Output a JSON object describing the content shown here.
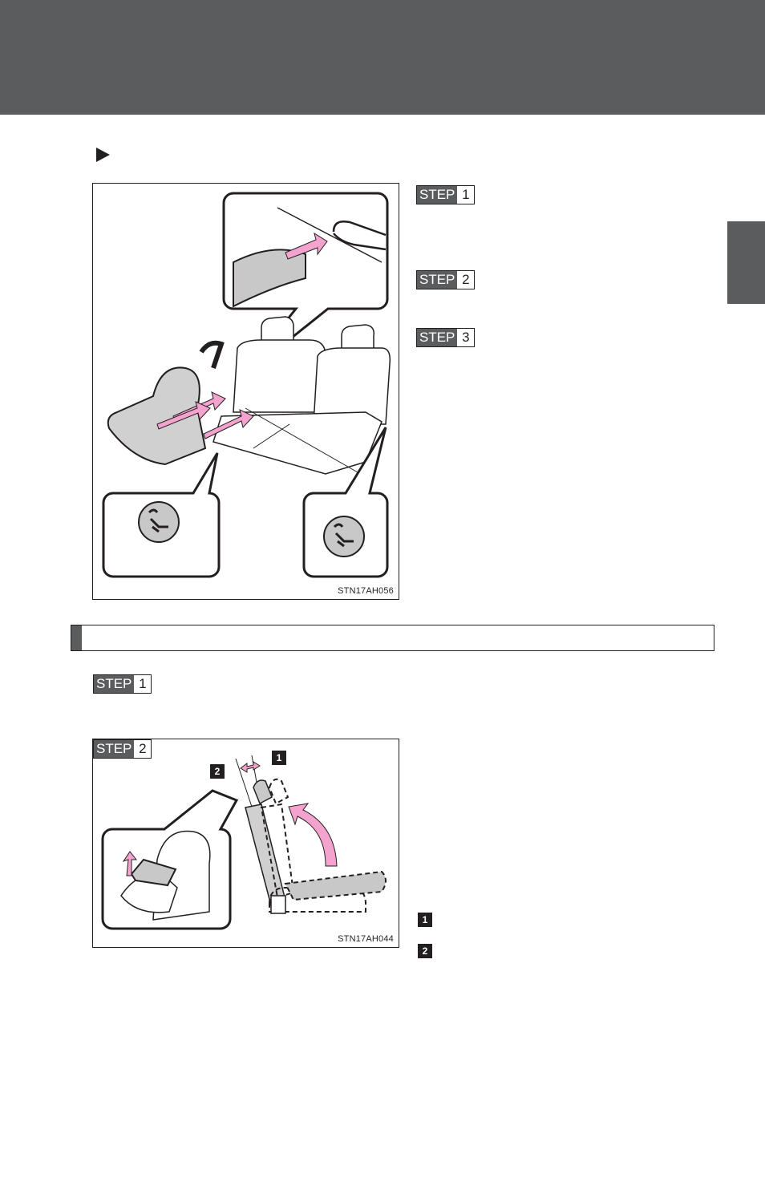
{
  "figure1": {
    "code": "STN17AH056"
  },
  "figure2": {
    "code": "STN17AH044"
  },
  "steps_right": [
    {
      "label": "STEP",
      "num": "1"
    },
    {
      "label": "STEP",
      "num": "2"
    },
    {
      "label": "STEP",
      "num": "3"
    }
  ],
  "step_section": {
    "label": "STEP",
    "num": "1"
  },
  "step_figure2": {
    "label": "STEP",
    "num": "2"
  },
  "callouts": [
    "1",
    "2"
  ],
  "legend": [
    "1",
    "2"
  ],
  "colors": {
    "header": "#5b5c5e",
    "accent_pink": "#f4a3cf"
  }
}
